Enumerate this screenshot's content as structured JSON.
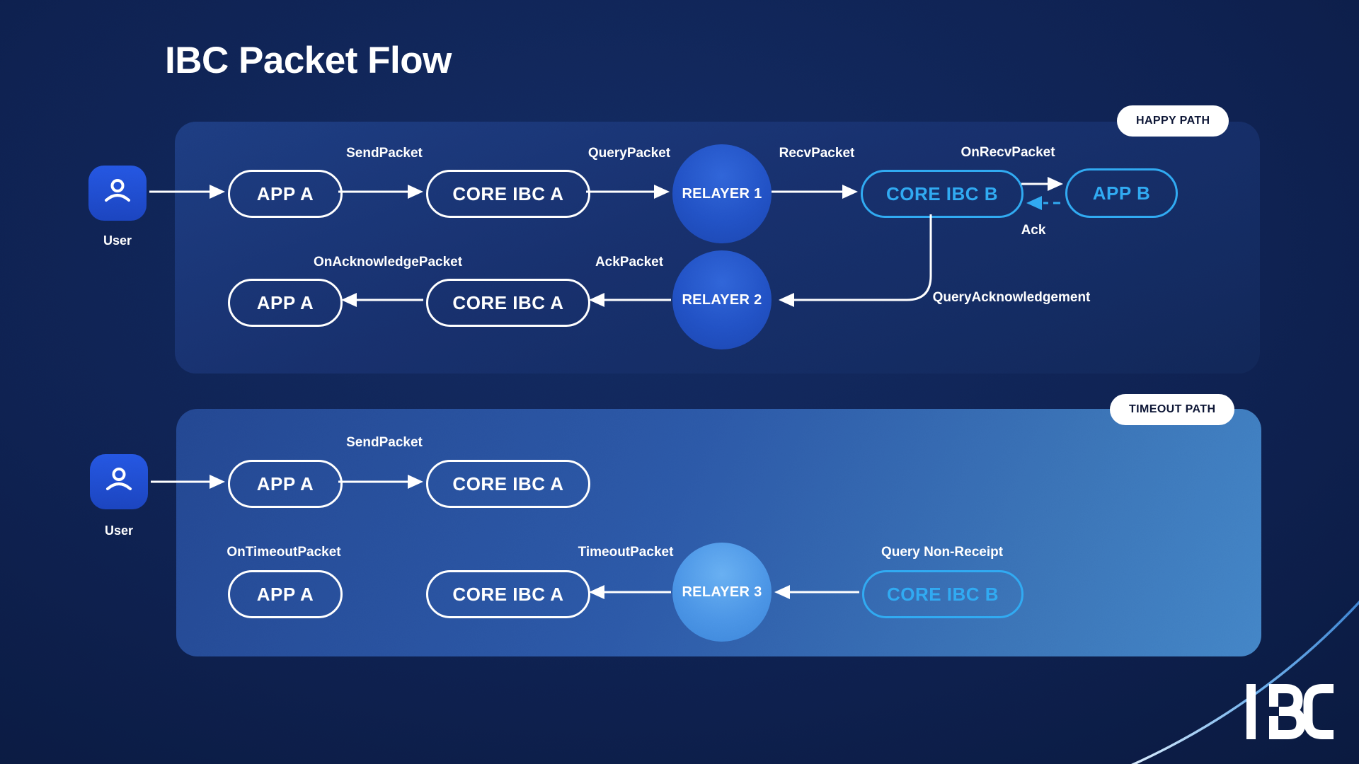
{
  "title": "IBC Packet Flow",
  "happy": {
    "badge": "HAPPY PATH",
    "user_label": "User",
    "nodes": {
      "app_a_1": "APP A",
      "core_ibc_a_1": "CORE IBC A",
      "relayer_1": "RELAYER 1",
      "core_ibc_b": "CORE IBC B",
      "app_b": "APP B",
      "app_a_2": "APP A",
      "core_ibc_a_2": "CORE IBC A",
      "relayer_2": "RELAYER 2"
    },
    "labels": {
      "send_packet": "SendPacket",
      "query_packet": "QueryPacket",
      "recv_packet": "RecvPacket",
      "on_recv_packet": "OnRecvPacket",
      "ack": "Ack",
      "query_acknowledgement": "QueryAcknowledgement",
      "ack_packet": "AckPacket",
      "on_acknowledge_packet": "OnAcknowledgePacket"
    }
  },
  "timeout": {
    "badge": "TIMEOUT PATH",
    "user_label": "User",
    "nodes": {
      "app_a_1": "APP A",
      "core_ibc_a_1": "CORE IBC A",
      "app_a_2": "APP A",
      "core_ibc_a_2": "CORE IBC A",
      "relayer_3": "RELAYER 3",
      "core_ibc_b": "CORE IBC B"
    },
    "labels": {
      "send_packet": "SendPacket",
      "on_timeout_packet": "OnTimeoutPacket",
      "timeout_packet": "TimeoutPacket",
      "query_non_receipt": "Query Non-Receipt"
    }
  },
  "logo": "IBC",
  "colors": {
    "background_navy": "#0E2150",
    "panel_navy": "#172F6B",
    "panel_timeout_blue": "#3A72B6",
    "accent_cyan": "#2FA8F2",
    "relayer_blue": "#2150C4",
    "relayer_light_blue": "#4A93E6",
    "badge_bg": "#FFFFFF",
    "badge_text": "#0B1433",
    "line_white": "#FFFFFF"
  }
}
